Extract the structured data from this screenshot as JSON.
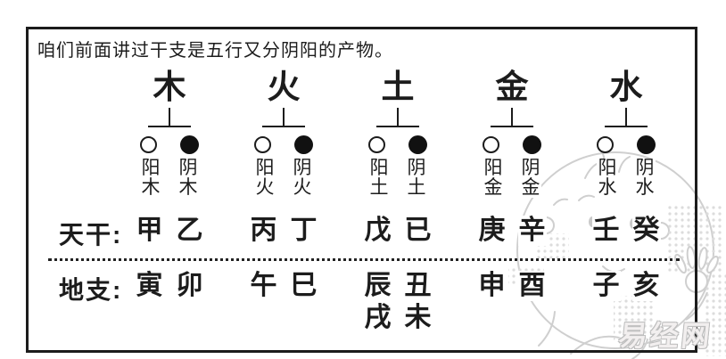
{
  "intro": "咱们前面讲过干支是五行又分阴阳的产物。",
  "row_labels": {
    "stems": "天干:",
    "branches": "地支:"
  },
  "watermark": "易经网",
  "icons": {
    "yang_circle": "hollow-circle",
    "yin_circle": "filled-circle",
    "branch_connector": "inverted-t-connector",
    "background_figure": "baby-cartoon-line-art"
  },
  "colors": {
    "ink": "#1c1c1c",
    "cartoon_line": "#cfcfcf",
    "halftone_dot": "#dcdcdc",
    "watermark_outline": "#bdbdbd",
    "background": "#ffffff"
  },
  "groups": [
    {
      "element": "木",
      "yang": "阳木",
      "yin": "阴木",
      "stems": [
        "甲",
        "乙"
      ],
      "branches": [
        "寅",
        "卯"
      ]
    },
    {
      "element": "火",
      "yang": "阳火",
      "yin": "阴火",
      "stems": [
        "丙",
        "丁"
      ],
      "branches": [
        "午",
        "巳"
      ]
    },
    {
      "element": "土",
      "yang": "阳土",
      "yin": "阴土",
      "stems": [
        "戊",
        "已"
      ],
      "branches": [
        "辰",
        "丑"
      ],
      "branches_extra": [
        "戌",
        "未"
      ]
    },
    {
      "element": "金",
      "yang": "阳金",
      "yin": "阴金",
      "stems": [
        "庚",
        "辛"
      ],
      "branches": [
        "申",
        "酉"
      ]
    },
    {
      "element": "水",
      "yang": "阳水",
      "yin": "阴水",
      "stems": [
        "壬",
        "癸"
      ],
      "branches": [
        "子",
        "亥"
      ]
    }
  ]
}
